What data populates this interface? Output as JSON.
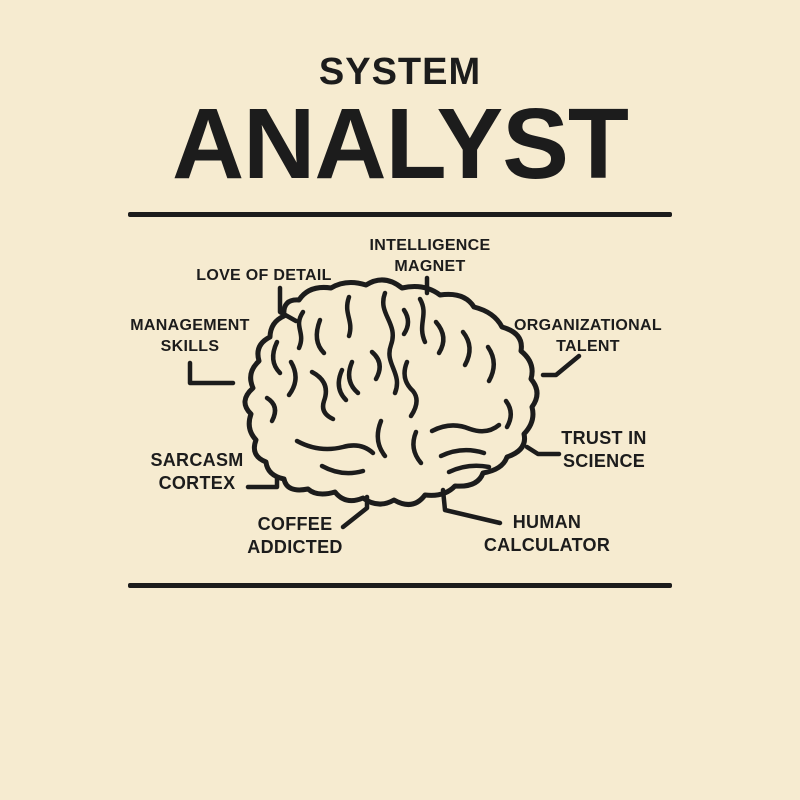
{
  "design": {
    "title_small": "SYSTEM",
    "title_large": "ANALYST",
    "colors": {
      "background": "#f6ebd0",
      "ink": "#1c1c1c"
    },
    "illustration": "brain-line-art",
    "labels": [
      {
        "id": "love-of-detail",
        "lines": [
          "LOVE OF DETAIL"
        ]
      },
      {
        "id": "intelligence-magnet",
        "lines": [
          "INTELLIGENCE",
          "MAGNET"
        ]
      },
      {
        "id": "management-skills",
        "lines": [
          "MANAGEMENT",
          "SKILLS"
        ]
      },
      {
        "id": "organizational-talent",
        "lines": [
          "ORGANIZATIONAL",
          "TALENT"
        ]
      },
      {
        "id": "sarcasm-cortex",
        "lines": [
          "SARCASM",
          "CORTEX"
        ]
      },
      {
        "id": "trust-in-science",
        "lines": [
          "TRUST IN",
          "SCIENCE"
        ]
      },
      {
        "id": "coffee-addicted",
        "lines": [
          "COFFEE",
          "ADDICTED"
        ]
      },
      {
        "id": "human-calculator",
        "lines": [
          "HUMAN",
          "CALCULATOR"
        ]
      }
    ]
  }
}
